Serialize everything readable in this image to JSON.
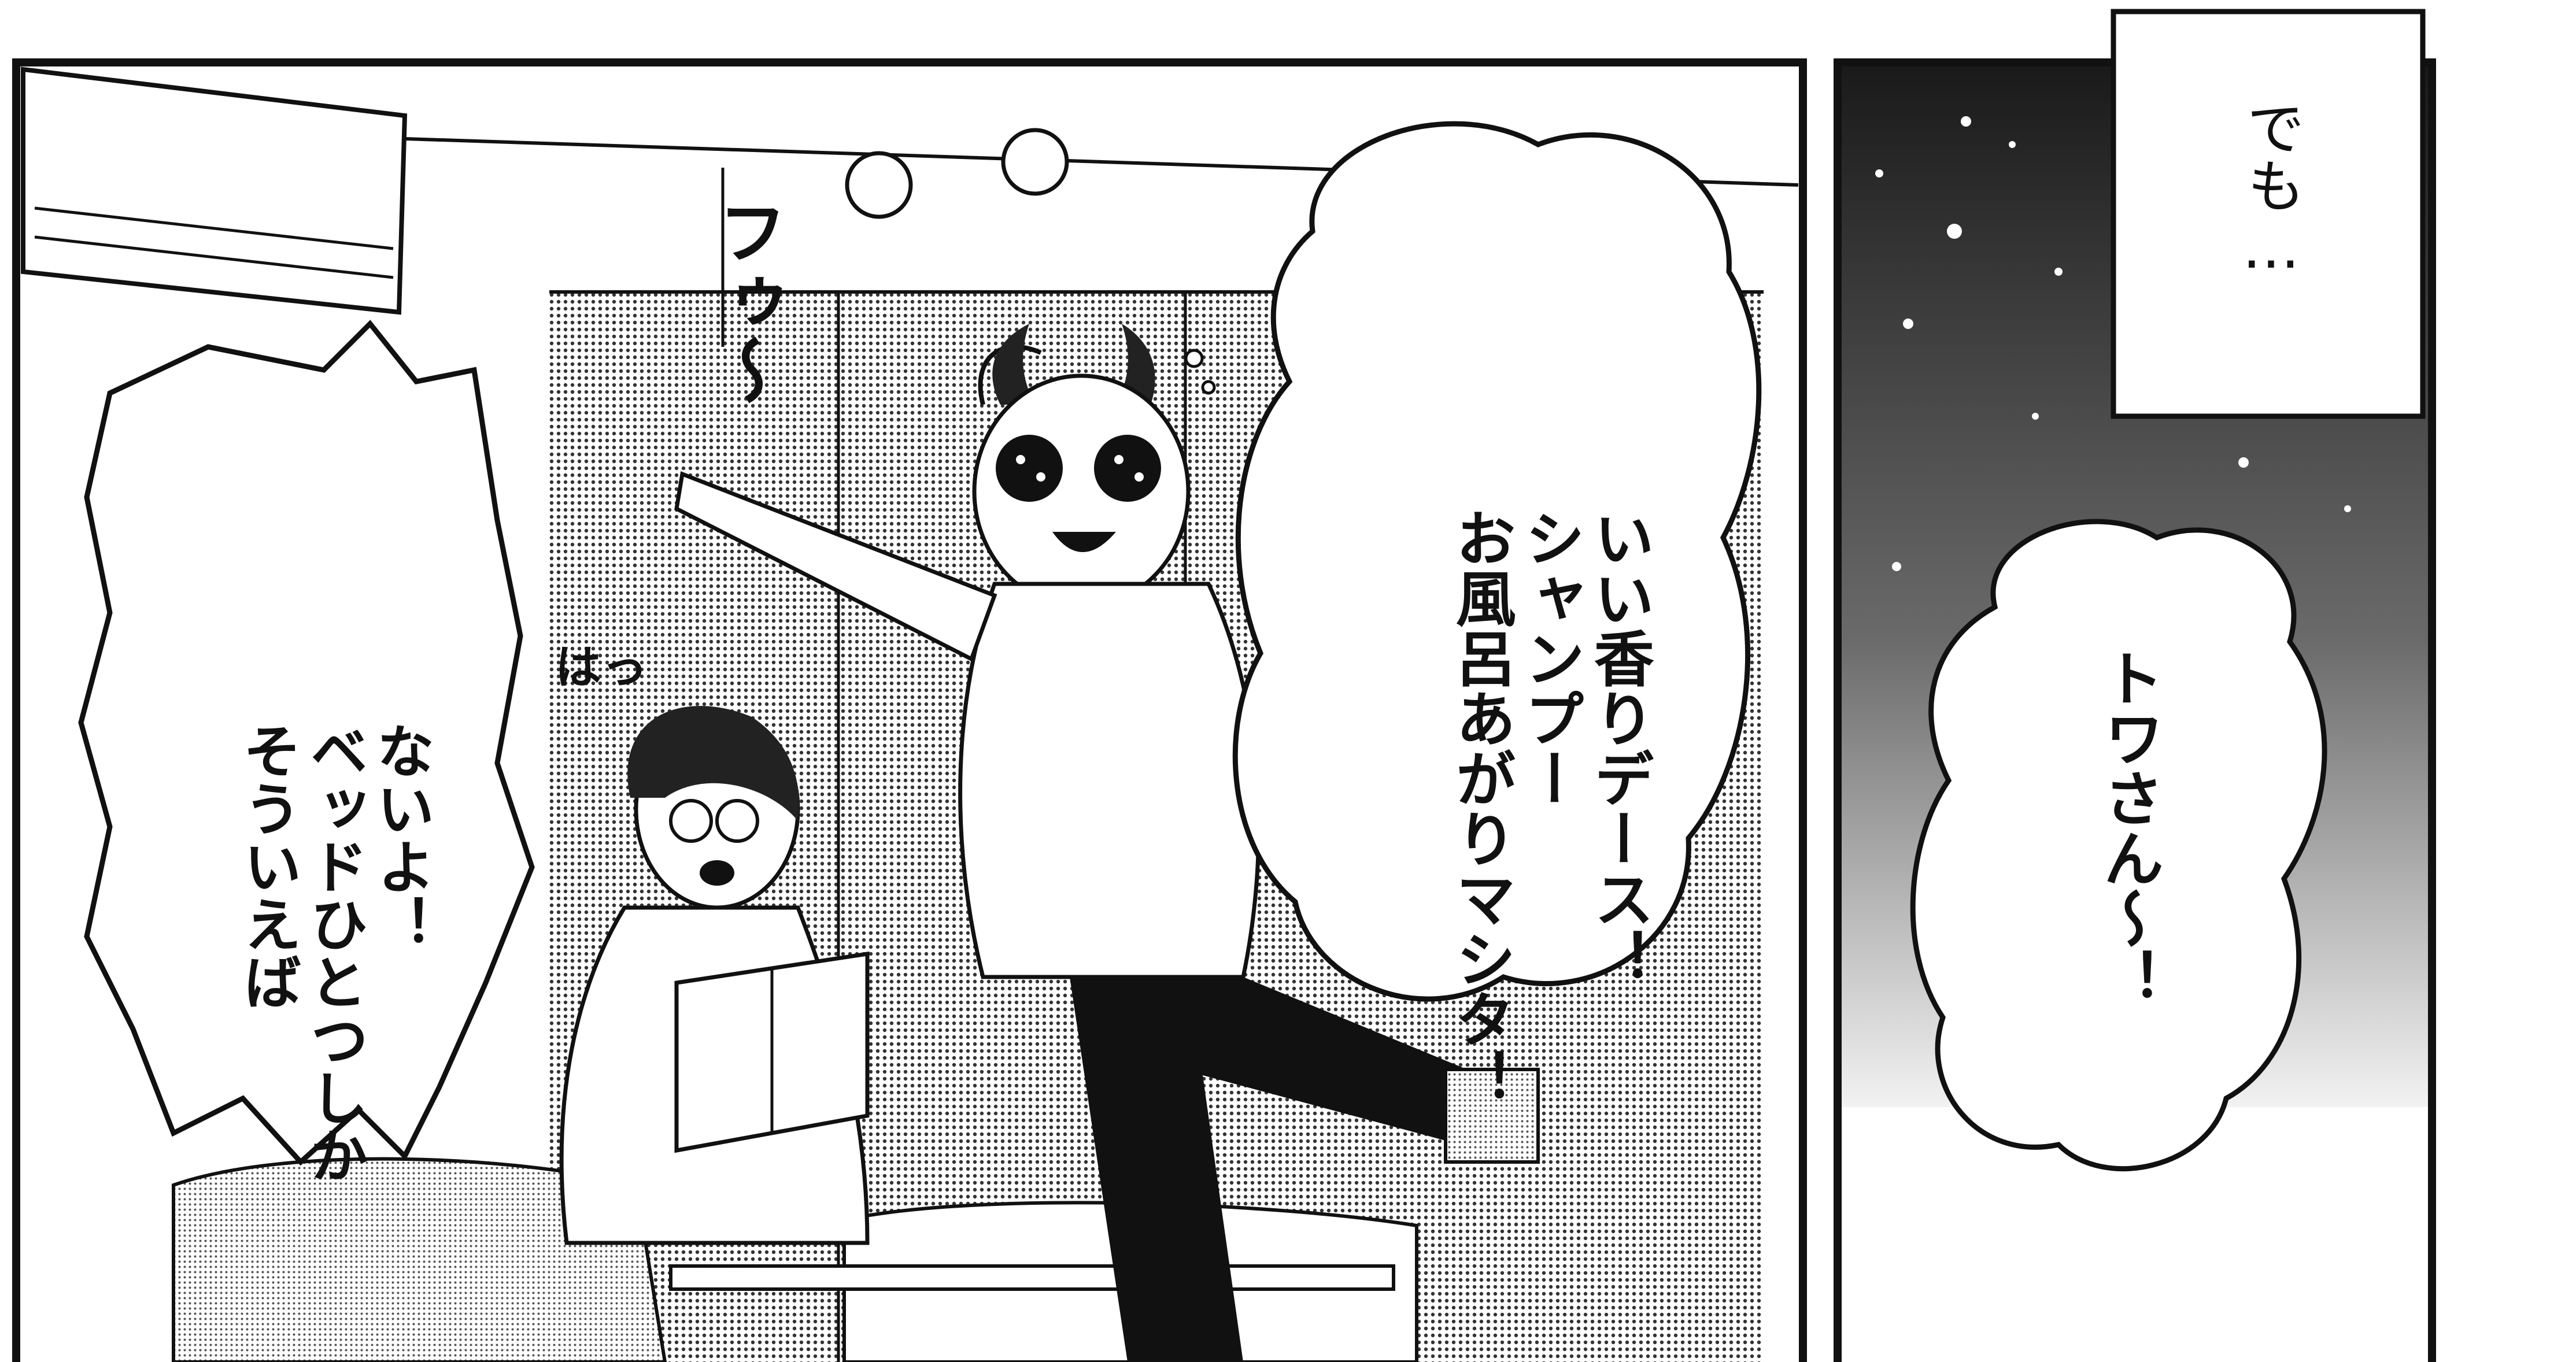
{
  "panels": [
    {
      "id": "left-panel",
      "bubbles": {
        "left_bubble": {
          "lines": [
            "そういえば",
            "ベッドひとつしか",
            "ないよ！"
          ]
        },
        "right_bubble": {
          "lines": [
            "お風呂あがりマシタ！",
            "シャンプー",
            "いい香りデース！"
          ]
        }
      },
      "sfx": {
        "fuu": "フゥ～",
        "ha": "はっ"
      }
    },
    {
      "id": "right-panel",
      "caption": "でも…",
      "bubble": "トワさん〜！"
    }
  ],
  "colors": {
    "ink": "#111111",
    "paper": "#ffffff",
    "tone": "#5a5a5a"
  }
}
